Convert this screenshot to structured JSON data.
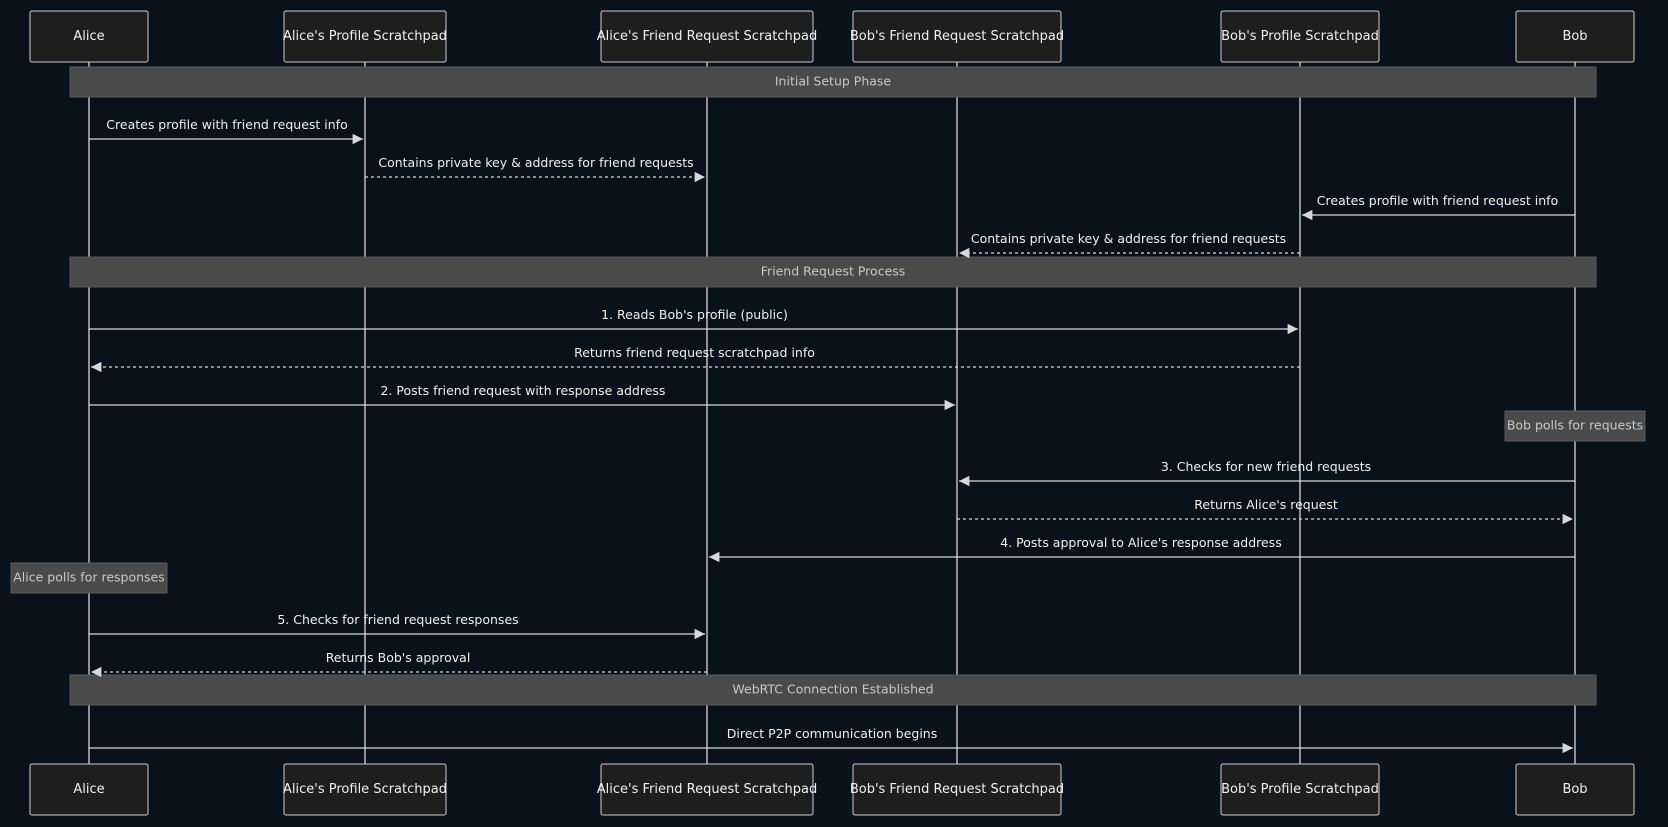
{
  "participants": [
    {
      "id": "alice",
      "label": "Alice"
    },
    {
      "id": "alice_profile",
      "label": "Alice's Profile Scratchpad"
    },
    {
      "id": "alice_friend",
      "label": "Alice's Friend Request Scratchpad"
    },
    {
      "id": "bob_friend",
      "label": "Bob's Friend Request Scratchpad"
    },
    {
      "id": "bob_profile",
      "label": "Bob's Profile Scratchpad"
    },
    {
      "id": "bob",
      "label": "Bob"
    }
  ],
  "events": [
    {
      "kind": "phase",
      "label": "Initial Setup Phase"
    },
    {
      "kind": "message",
      "from": "alice",
      "to": "alice_profile",
      "style": "solid",
      "label": "Creates profile with friend request info"
    },
    {
      "kind": "message",
      "from": "alice_profile",
      "to": "alice_friend",
      "style": "dashed",
      "label": "Contains private key & address for friend requests"
    },
    {
      "kind": "message",
      "from": "bob",
      "to": "bob_profile",
      "style": "solid",
      "label": "Creates profile with friend request info"
    },
    {
      "kind": "message",
      "from": "bob_profile",
      "to": "bob_friend",
      "style": "dashed",
      "label": "Contains private key & address for friend requests"
    },
    {
      "kind": "phase",
      "label": "Friend Request Process"
    },
    {
      "kind": "message",
      "from": "alice",
      "to": "bob_profile",
      "style": "solid",
      "label": "1. Reads Bob's profile (public)"
    },
    {
      "kind": "message",
      "from": "bob_profile",
      "to": "alice",
      "style": "dashed",
      "label": "Returns friend request scratchpad info"
    },
    {
      "kind": "message",
      "from": "alice",
      "to": "bob_friend",
      "style": "solid",
      "label": "2. Posts friend request with response address"
    },
    {
      "kind": "note",
      "over": "bob",
      "label": "Bob polls for requests"
    },
    {
      "kind": "message",
      "from": "bob",
      "to": "bob_friend",
      "style": "solid",
      "label": "3. Checks for new friend requests"
    },
    {
      "kind": "message",
      "from": "bob_friend",
      "to": "bob",
      "style": "dashed",
      "label": "Returns Alice's request"
    },
    {
      "kind": "message",
      "from": "bob",
      "to": "alice_friend",
      "style": "solid",
      "label": "4. Posts approval to Alice's response address"
    },
    {
      "kind": "note",
      "over": "alice",
      "label": "Alice polls for responses"
    },
    {
      "kind": "message",
      "from": "alice",
      "to": "alice_friend",
      "style": "solid",
      "label": "5. Checks for friend request responses"
    },
    {
      "kind": "message",
      "from": "alice_friend",
      "to": "alice",
      "style": "dashed",
      "label": "Returns Bob's approval"
    },
    {
      "kind": "phase",
      "label": "WebRTC Connection Established"
    },
    {
      "kind": "message",
      "from": "alice",
      "to": "bob",
      "style": "solid",
      "label": "Direct P2P communication begins"
    }
  ]
}
